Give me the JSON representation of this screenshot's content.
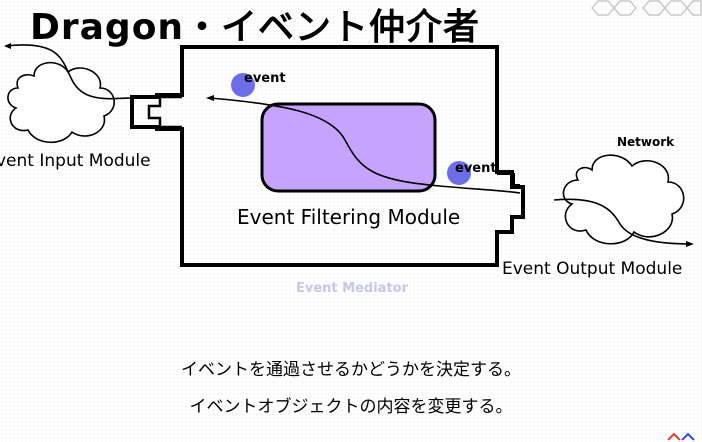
{
  "title": "Dragon・イベント仲介者",
  "labels": {
    "event_input_module": "vent Input Module",
    "event_filtering_module": "Event Filtering Module",
    "event_output_module": "Event Output Module",
    "network": "Network",
    "event_mediator": "Event Mediator",
    "event_top": "event",
    "event_bottom": "event"
  },
  "descriptions": [
    "イベントを通過させるかどうかを決定する。",
    "イベントオブジェクトの内容を変更する。"
  ],
  "colors": {
    "filter_fill": "#c6a3ff",
    "event_ball": "#6d6de8",
    "mediator_text": "#c7c7e8"
  },
  "icons": [
    "cloud-icon",
    "hexagon-pattern-icon",
    "event-ball-icon"
  ]
}
